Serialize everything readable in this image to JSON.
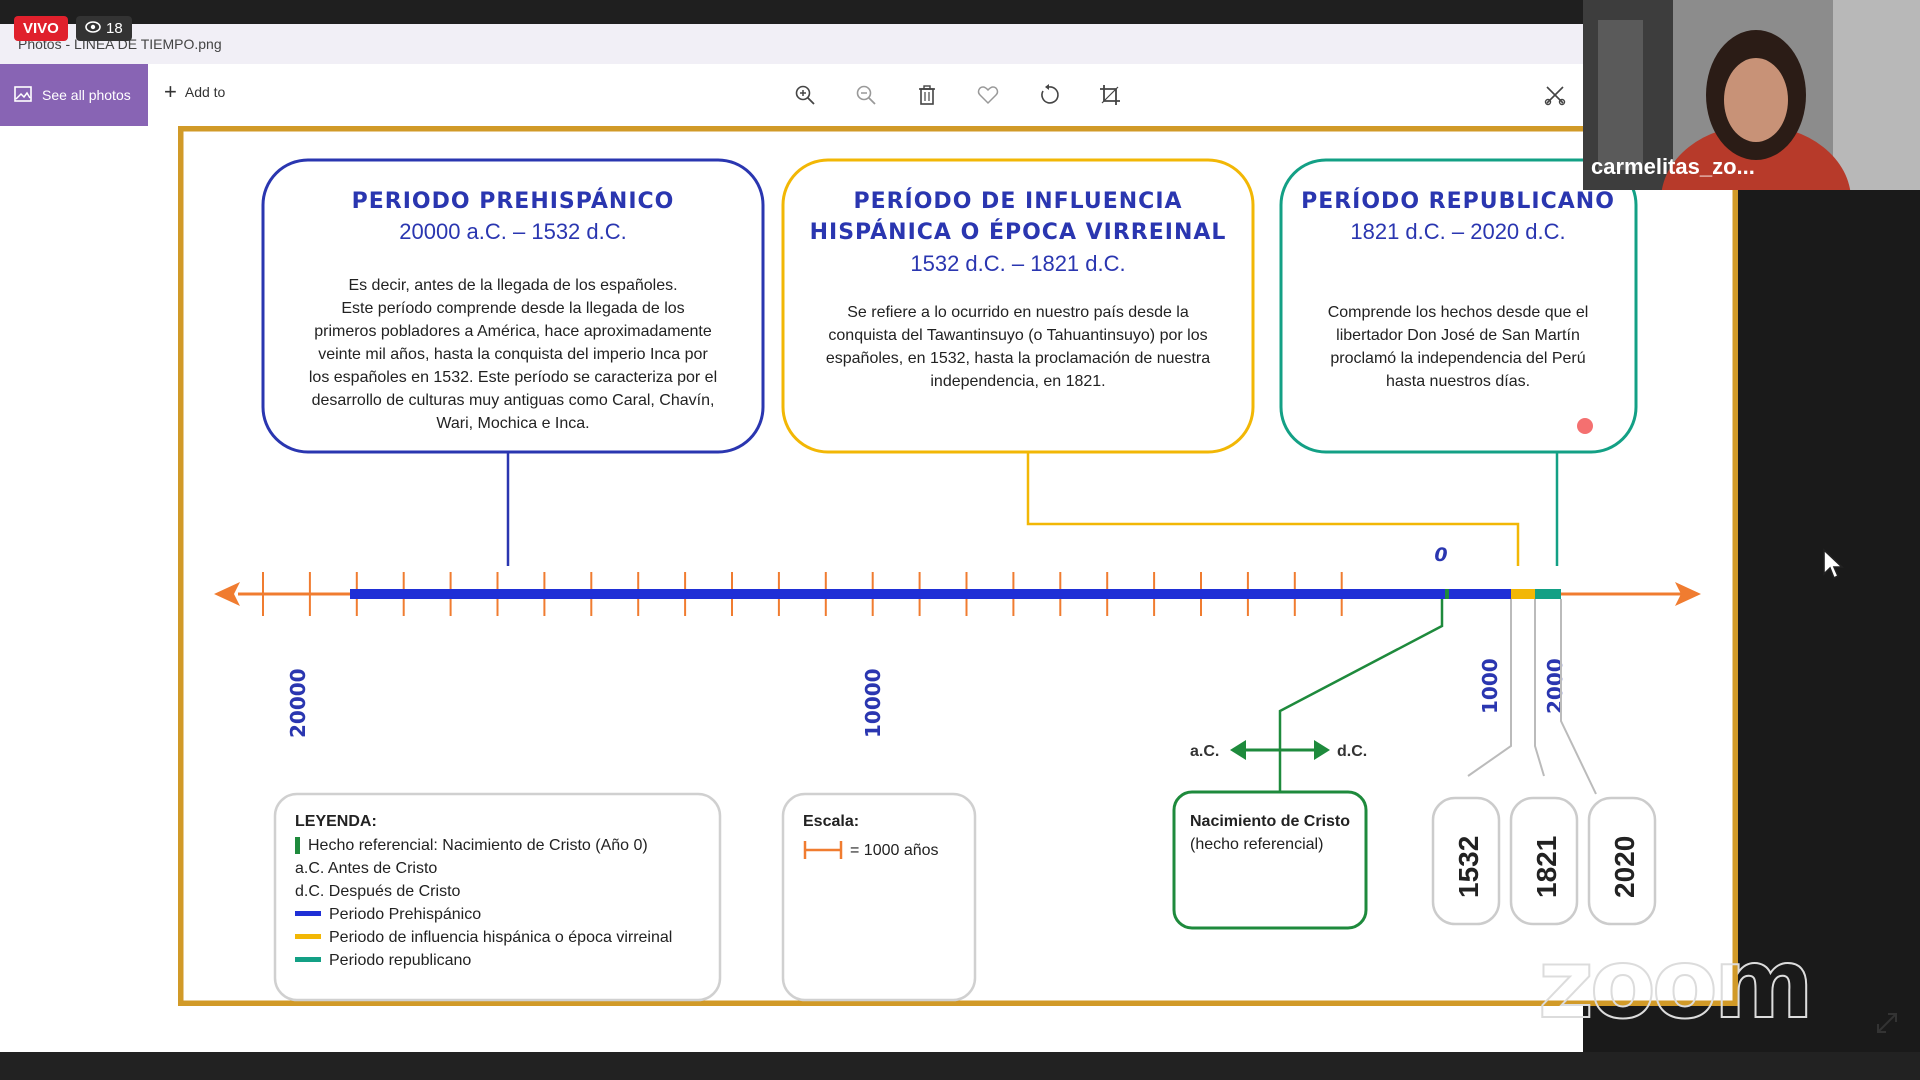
{
  "stream": {
    "live_label": "VIVO",
    "viewer_count": "18"
  },
  "window": {
    "title": "Photos - LINEA DE TIEMPO.png"
  },
  "toolbar": {
    "see_all_label": "See all photos",
    "add_to_label": "Add to",
    "icons": [
      "zoom-in-icon",
      "zoom-out-icon",
      "delete-icon",
      "favorite-icon",
      "rotate-icon",
      "crop-icon",
      "edit-icon"
    ]
  },
  "timeline": {
    "periods": [
      {
        "title": "PERIODO PREHISPÁNICO",
        "dates": "20000 a.C. – 1532 d.C.",
        "color": "#2a36b0",
        "body": [
          "Es decir, antes de la llegada de los españoles.",
          "Este período comprende desde la llegada de los",
          "primeros pobladores a América, hace aproximadamente",
          "veinte mil años, hasta la conquista del imperio Inca por",
          "los españoles en 1532. Este período se caracteriza por el",
          "desarrollo de culturas muy antiguas como Caral, Chavín,",
          "Wari, Mochica e Inca."
        ]
      },
      {
        "title_line1": "PERÍODO DE INFLUENCIA",
        "title_line2": "HISPÁNICA O ÉPOCA VIRREINAL",
        "dates": "1532 d.C. – 1821 d.C.",
        "color": "#f2b705",
        "body": [
          "Se refiere a lo ocurrido en nuestro país desde la",
          "conquista del Tawantinsuyo (o Tahuantinsuyo) por los",
          "españoles, en 1532, hasta la proclamación de nuestra",
          "independencia, en 1821."
        ]
      },
      {
        "title": "PERÍODO REPUBLICANO",
        "dates": "1821 d.C. – 2020 d.C.",
        "color": "#13a085",
        "body": [
          "Comprende los hechos desde que el",
          "libertador Don José de San Martín",
          "proclamó la independencia del Perú",
          "hasta nuestros días."
        ]
      }
    ],
    "zero_label": "0",
    "axis_labels": [
      "20000",
      "10000",
      "1000",
      "2000"
    ],
    "era_labels": {
      "before": "a.C.",
      "after": "d.C."
    },
    "reference_box": {
      "line1": "Nacimiento de Cristo",
      "line2": "(hecho referencial)"
    },
    "year_tags": [
      "1532",
      "1821",
      "2020"
    ],
    "legend": {
      "title": "LEYENDA:",
      "items": [
        {
          "text": "Hecho referencial: Nacimiento de Cristo (Año 0)",
          "color": "#1e8a3c",
          "mark": "bar"
        },
        {
          "text": "a.C. Antes de Cristo",
          "color": "",
          "mark": "none"
        },
        {
          "text": "d.C. Después de Cristo",
          "color": "",
          "mark": "none"
        },
        {
          "text": "Periodo Prehispánico",
          "color": "#1f2fd6",
          "mark": "line"
        },
        {
          "text": "Periodo de influencia hispánica o época virreinal",
          "color": "#f2b705",
          "mark": "line"
        },
        {
          "text": "Periodo republicano",
          "color": "#13a085",
          "mark": "line"
        }
      ]
    },
    "scale": {
      "title": "Escala:",
      "text": "= 1000 años"
    }
  },
  "camera": {
    "participant_name": "carmelitas_zo..."
  },
  "watermark": "zoom"
}
